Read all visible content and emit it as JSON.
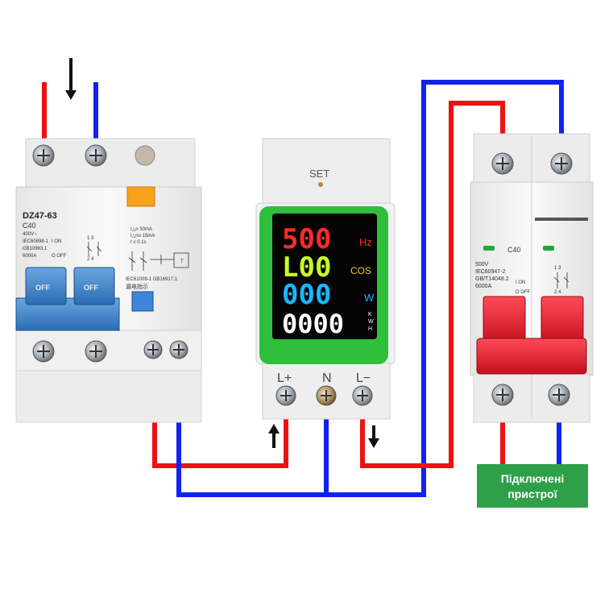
{
  "rcbo": {
    "model": "DZ47-63",
    "rating": "C40",
    "spec_lines": [
      "400V~",
      "IEC60898-1",
      "GB10963.1",
      "6000A"
    ],
    "on_label": "I ON",
    "off_label": "O OFF",
    "terminal_numbers": "1 3",
    "terminal_numbers_bottom": "2 4",
    "toggle_label": "OFF",
    "rcd_lines": [
      "I△n  30mA",
      "I△no 15mA",
      "t  ≤ 0.1s"
    ],
    "rcd_standard": "IEC61009-1 GB16917.1",
    "rcd_chinese": "漏电指示",
    "test_label": "T"
  },
  "meter": {
    "set_label": "SET",
    "rows": [
      {
        "value": "500",
        "unit": "Hz",
        "color": "#ff2a2a"
      },
      {
        "value": "L00",
        "unit": "COS",
        "color": "#c8ff20"
      },
      {
        "value": "000",
        "unit": "W",
        "color": "#19b6ff"
      },
      {
        "value": "0000",
        "unit": "KWH",
        "color": "#ffffff"
      }
    ],
    "terminals": [
      "L+",
      "N",
      "L−"
    ]
  },
  "mcb": {
    "rating": "C40",
    "spec_lines": [
      "500V",
      "IEC60947-2",
      "GB/T14048.2",
      "6000A"
    ],
    "on_label": "I ON",
    "off_label": "O OFF",
    "terminal_numbers": "1 3",
    "terminal_numbers_bottom": "2 4"
  },
  "load_label": {
    "line1": "Підключені",
    "line2": "пристрої",
    "bg": "#2ea04a"
  },
  "colors": {
    "live_wire": "#ee1111",
    "neutral_wire": "#1122ee",
    "arrow": "#111111"
  }
}
